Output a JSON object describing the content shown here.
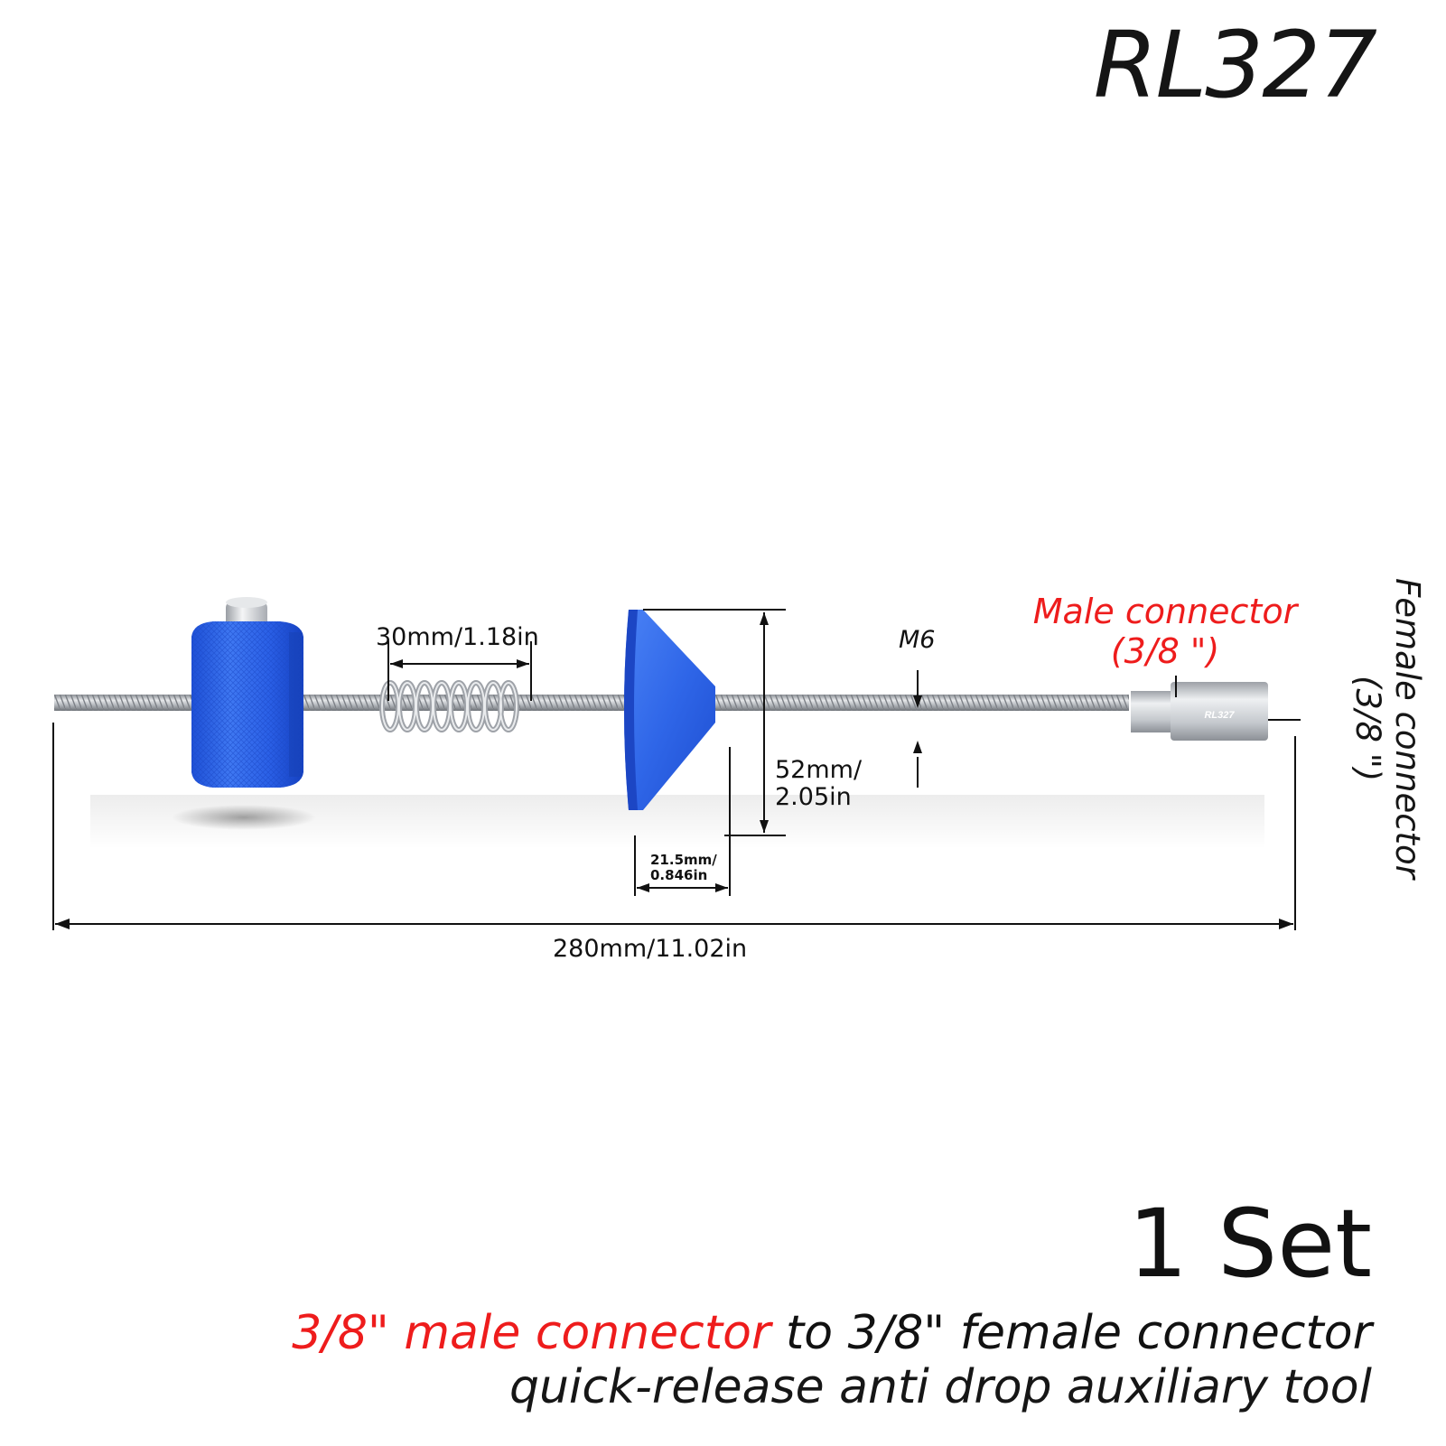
{
  "product": {
    "model": "RL327",
    "quantity": "1 Set",
    "description_red": "3/8\" male connector",
    "description_rest": " to 3/8\" female connector",
    "description_line2": "quick-release anti drop auxiliary tool",
    "body_engraving": "RL327"
  },
  "dimensions": {
    "spring_length": "30mm/1.18in",
    "cone_diameter_line1": "52mm/",
    "cone_diameter_line2": "2.05in",
    "cone_depth_line1": "21.5mm/",
    "cone_depth_line2": "0.846in",
    "thread": "M6",
    "total_length": "280mm/11.02in"
  },
  "labels": {
    "male_line1": "Male connector",
    "male_line2": "(3/8 \")",
    "female_line1": "Female connector",
    "female_line2": "(3/8 \")"
  },
  "colors": {
    "accent_red": "#ee1c1c",
    "part_blue": "#2f66e8",
    "steel": "#c9cdd2"
  }
}
